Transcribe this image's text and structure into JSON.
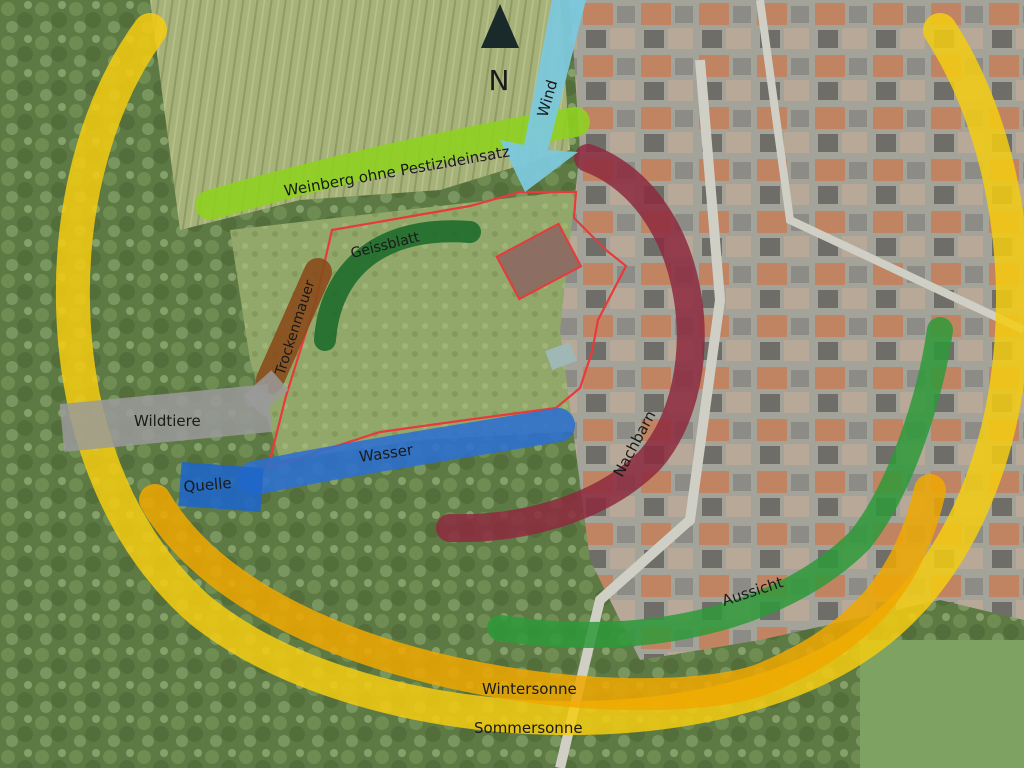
{
  "north": {
    "label": "N"
  },
  "labels": {
    "wind": "Wind",
    "vineyard": "Weinberg ohne Pestizideinsatz",
    "honeysuckle": "Geissblatt",
    "drystone_wall": "Trockenmauer",
    "wildlife": "Wildtiere",
    "spring": "Quelle",
    "water": "Wasser",
    "neighbors": "Nachbarn",
    "view": "Aussicht",
    "winter_sun": "Wintersonne",
    "summer_sun": "Sommersonne"
  },
  "colors": {
    "wind": "#7cc8dc",
    "vineyard": "#8fd020",
    "honeysuckle": "#1e6b2c",
    "drystone_wall": "#8a4a1c",
    "wildlife": "#9a9a9a",
    "spring": "#1f66c8",
    "water": "#2c6fd0",
    "neighbors": "#8e2a40",
    "view": "#2e9a3a",
    "winter_sun": "#f0a800",
    "summer_sun": "#f5cc10",
    "boundary": "#e83a3a"
  }
}
